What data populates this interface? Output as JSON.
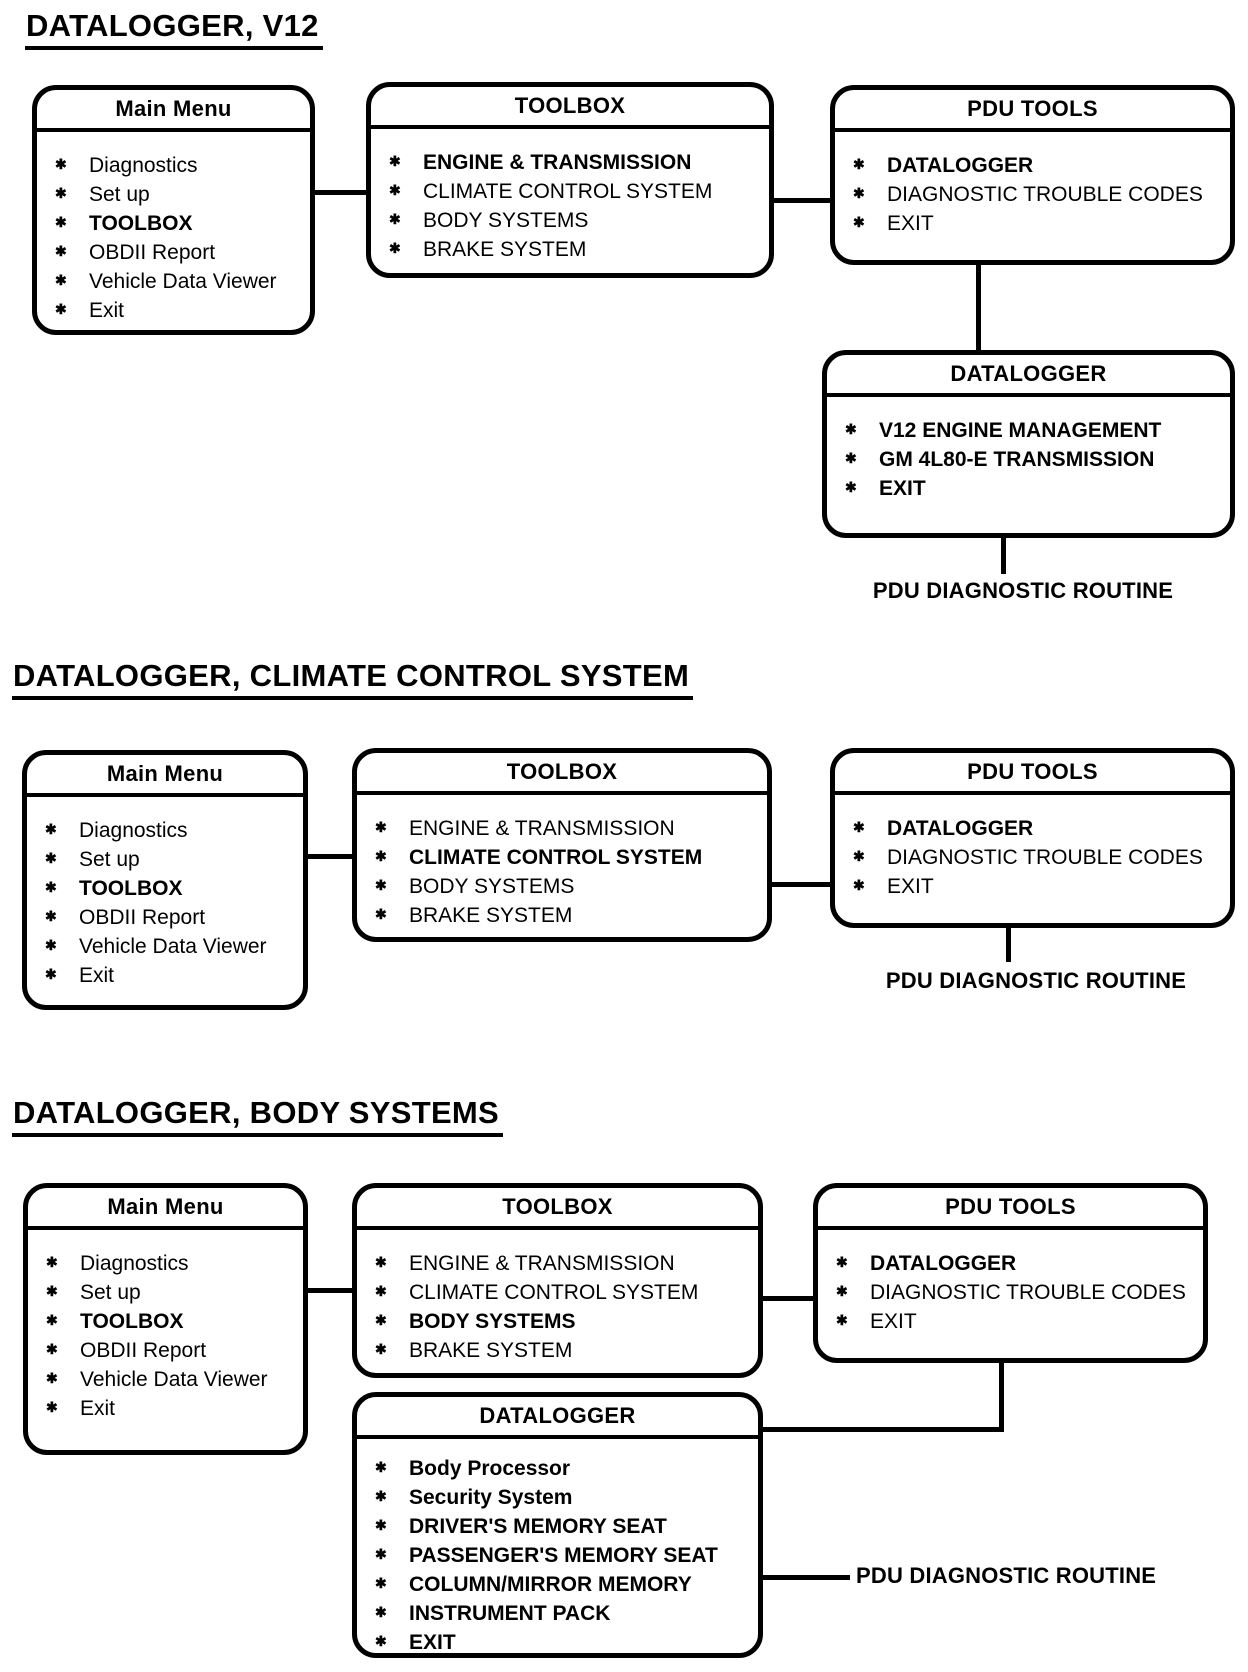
{
  "glyphs": {
    "bullet": "✱"
  },
  "ink": "#000000",
  "background": "#ffffff",
  "sections": [
    {
      "title": "DATALOGGER, V12",
      "main_menu": {
        "header": "Main Menu",
        "items": [
          "Diagnostics",
          "Set up",
          "TOOLBOX",
          "OBDII Report",
          "Vehicle Data Viewer",
          "Exit"
        ]
      },
      "toolbox": {
        "header": "TOOLBOX",
        "items": [
          "ENGINE & TRANSMISSION",
          "CLIMATE CONTROL SYSTEM",
          "BODY SYSTEMS",
          "BRAKE SYSTEM"
        ]
      },
      "pdu_tools": {
        "header": "PDU TOOLS",
        "items": [
          "DATALOGGER",
          "DIAGNOSTIC TROUBLE CODES",
          "EXIT"
        ]
      },
      "datalogger": {
        "header": "DATALOGGER",
        "items": [
          "V12 ENGINE MANAGEMENT",
          "GM 4L80-E TRANSMISSION",
          "EXIT"
        ]
      },
      "routine_label": "PDU DIAGNOSTIC ROUTINE"
    },
    {
      "title": "DATALOGGER, CLIMATE CONTROL SYSTEM",
      "main_menu": {
        "header": "Main Menu",
        "items": [
          "Diagnostics",
          "Set up",
          "TOOLBOX",
          "OBDII Report",
          "Vehicle Data Viewer",
          "Exit"
        ]
      },
      "toolbox": {
        "header": "TOOLBOX",
        "items": [
          "ENGINE & TRANSMISSION",
          "CLIMATE CONTROL SYSTEM",
          "BODY SYSTEMS",
          "BRAKE SYSTEM"
        ]
      },
      "pdu_tools": {
        "header": "PDU TOOLS",
        "items": [
          "DATALOGGER",
          "DIAGNOSTIC TROUBLE CODES",
          "EXIT"
        ]
      },
      "routine_label": "PDU DIAGNOSTIC ROUTINE"
    },
    {
      "title": "DATALOGGER, BODY SYSTEMS",
      "main_menu": {
        "header": "Main Menu",
        "items": [
          "Diagnostics",
          "Set up",
          "TOOLBOX",
          "OBDII Report",
          "Vehicle Data Viewer",
          "Exit"
        ]
      },
      "toolbox": {
        "header": "TOOLBOX",
        "items": [
          "ENGINE & TRANSMISSION",
          "CLIMATE CONTROL SYSTEM",
          "BODY SYSTEMS",
          "BRAKE SYSTEM"
        ]
      },
      "pdu_tools": {
        "header": "PDU TOOLS",
        "items": [
          "DATALOGGER",
          "DIAGNOSTIC TROUBLE CODES",
          "EXIT"
        ]
      },
      "datalogger": {
        "header": "DATALOGGER",
        "items": [
          "Body Processor",
          "Security System",
          "DRIVER'S MEMORY SEAT",
          "PASSENGER'S MEMORY SEAT",
          "COLUMN/MIRROR MEMORY",
          "INSTRUMENT PACK",
          "EXIT"
        ]
      },
      "routine_label": "PDU DIAGNOSTIC ROUTINE"
    }
  ]
}
